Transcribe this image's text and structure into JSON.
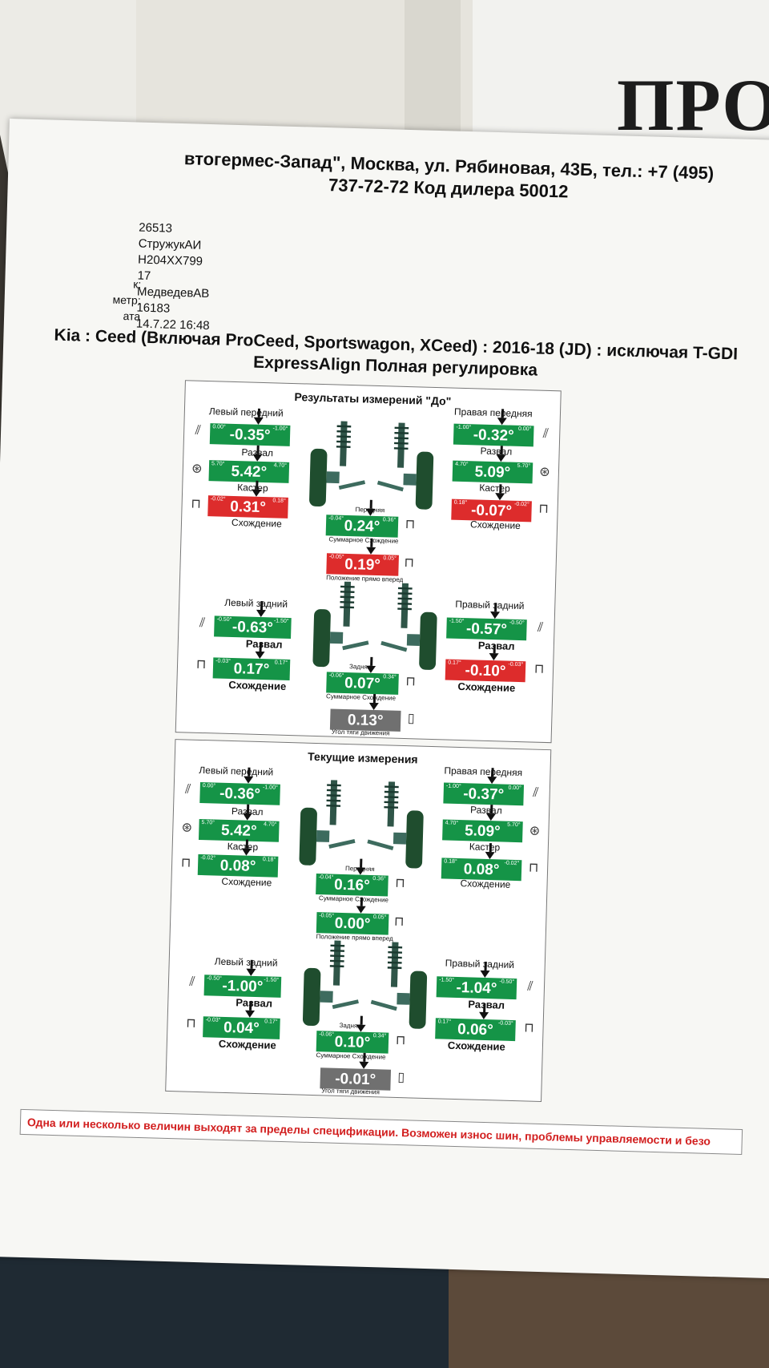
{
  "background": {
    "board_text": "ПРО"
  },
  "header": {
    "line1": "втогермес-Запад\", Москва, ул. Рябиновая, 43Б, тел.: +7 (495)",
    "line2": "737-72-72 Код дилера 50012"
  },
  "info_labels": {
    "l1": "к:",
    "l2": "метр:",
    "l3": "ата"
  },
  "info_values": [
    "26513",
    "СтружукАИ",
    "Н204ХХ799",
    "17",
    "МедведевАВ",
    "16183",
    "14.7.22 16:48"
  ],
  "vehicle": {
    "line1": "Kia : Ceed (Включая ProCeed, Sportswagon, XCeed) : 2016-18 (JD) : исключая T-GDI",
    "line2": "ExpressAlign Полная регулировка"
  },
  "labels": {
    "left_front": "Левый передний",
    "right_front": "Правая передняя",
    "left_rear": "Левый задний",
    "right_rear": "Правый задний",
    "camber": "Развал",
    "caster": "Кастер",
    "toe": "Схождение",
    "front": "Передняя",
    "rear": "Задняя",
    "total_toe": "Суммарное Схождение",
    "straight_ahead": "Положение прямо вперед",
    "thrust_angle": "Угол тяги движения"
  },
  "panels": [
    {
      "title": "Результаты измерений \"До\"",
      "lf_camber": {
        "value": "-0.35°",
        "min": "0.00°",
        "max": "-1.00°",
        "status": "green"
      },
      "lf_caster": {
        "value": "5.42°",
        "min": "5.70°",
        "max": "4.70°",
        "status": "green"
      },
      "lf_toe": {
        "value": "0.31°",
        "min": "-0.02°",
        "max": "0.18°",
        "status": "red"
      },
      "rf_camber": {
        "value": "-0.32°",
        "min": "-1.00°",
        "max": "0.00°",
        "status": "green"
      },
      "rf_caster": {
        "value": "5.09°",
        "min": "4.70°",
        "max": "5.70°",
        "status": "green"
      },
      "rf_toe": {
        "value": "-0.07°",
        "min": "0.18°",
        "max": "-0.02°",
        "status": "red"
      },
      "front_total": {
        "value": "0.24°",
        "min": "-0.04°",
        "max": "0.36°",
        "status": "green"
      },
      "straight": {
        "value": "0.19°",
        "min": "-0.05°",
        "max": "0.05°",
        "status": "red"
      },
      "lr_camber": {
        "value": "-0.63°",
        "min": "-0.50°",
        "max": "-1.50°",
        "status": "green"
      },
      "lr_toe": {
        "value": "0.17°",
        "min": "-0.03°",
        "max": "0.17°",
        "status": "green"
      },
      "rr_camber": {
        "value": "-0.57°",
        "min": "-1.50°",
        "max": "-0.50°",
        "status": "green"
      },
      "rr_toe": {
        "value": "-0.10°",
        "min": "0.17°",
        "max": "-0.03°",
        "status": "red"
      },
      "rear_total": {
        "value": "0.07°",
        "min": "-0.06°",
        "max": "0.34°",
        "status": "green"
      },
      "thrust": {
        "value": "0.13°",
        "min": "",
        "max": "",
        "status": "gray"
      }
    },
    {
      "title": "Текущие измерения",
      "lf_camber": {
        "value": "-0.36°",
        "min": "0.00°",
        "max": "-1.00°",
        "status": "green"
      },
      "lf_caster": {
        "value": "5.42°",
        "min": "5.70°",
        "max": "4.70°",
        "status": "green"
      },
      "lf_toe": {
        "value": "0.08°",
        "min": "-0.02°",
        "max": "0.18°",
        "status": "green"
      },
      "rf_camber": {
        "value": "-0.37°",
        "min": "-1.00°",
        "max": "0.00°",
        "status": "green"
      },
      "rf_caster": {
        "value": "5.09°",
        "min": "4.70°",
        "max": "5.70°",
        "status": "green"
      },
      "rf_toe": {
        "value": "0.08°",
        "min": "0.18°",
        "max": "-0.02°",
        "status": "green"
      },
      "front_total": {
        "value": "0.16°",
        "min": "-0.04°",
        "max": "0.36°",
        "status": "green"
      },
      "straight": {
        "value": "0.00°",
        "min": "-0.05°",
        "max": "0.05°",
        "status": "green"
      },
      "lr_camber": {
        "value": "-1.00°",
        "min": "-0.50°",
        "max": "-1.50°",
        "status": "green"
      },
      "lr_toe": {
        "value": "0.04°",
        "min": "-0.03°",
        "max": "0.17°",
        "status": "green"
      },
      "rr_camber": {
        "value": "-1.04°",
        "min": "-1.50°",
        "max": "-0.50°",
        "status": "green"
      },
      "rr_toe": {
        "value": "0.06°",
        "min": "0.17°",
        "max": "-0.03°",
        "status": "green"
      },
      "rear_total": {
        "value": "0.10°",
        "min": "-0.06°",
        "max": "0.34°",
        "status": "green"
      },
      "thrust": {
        "value": "-0.01°",
        "min": "",
        "max": "",
        "status": "gray"
      }
    }
  ],
  "warning": "Одна или несколько величин выходят за пределы спецификации. Возможен износ шин, проблемы управляемости и безо",
  "colors": {
    "in_spec": "#159447",
    "out_of_spec": "#dd2c2c",
    "neutral": "#707070",
    "warning_text": "#d21f1f"
  }
}
